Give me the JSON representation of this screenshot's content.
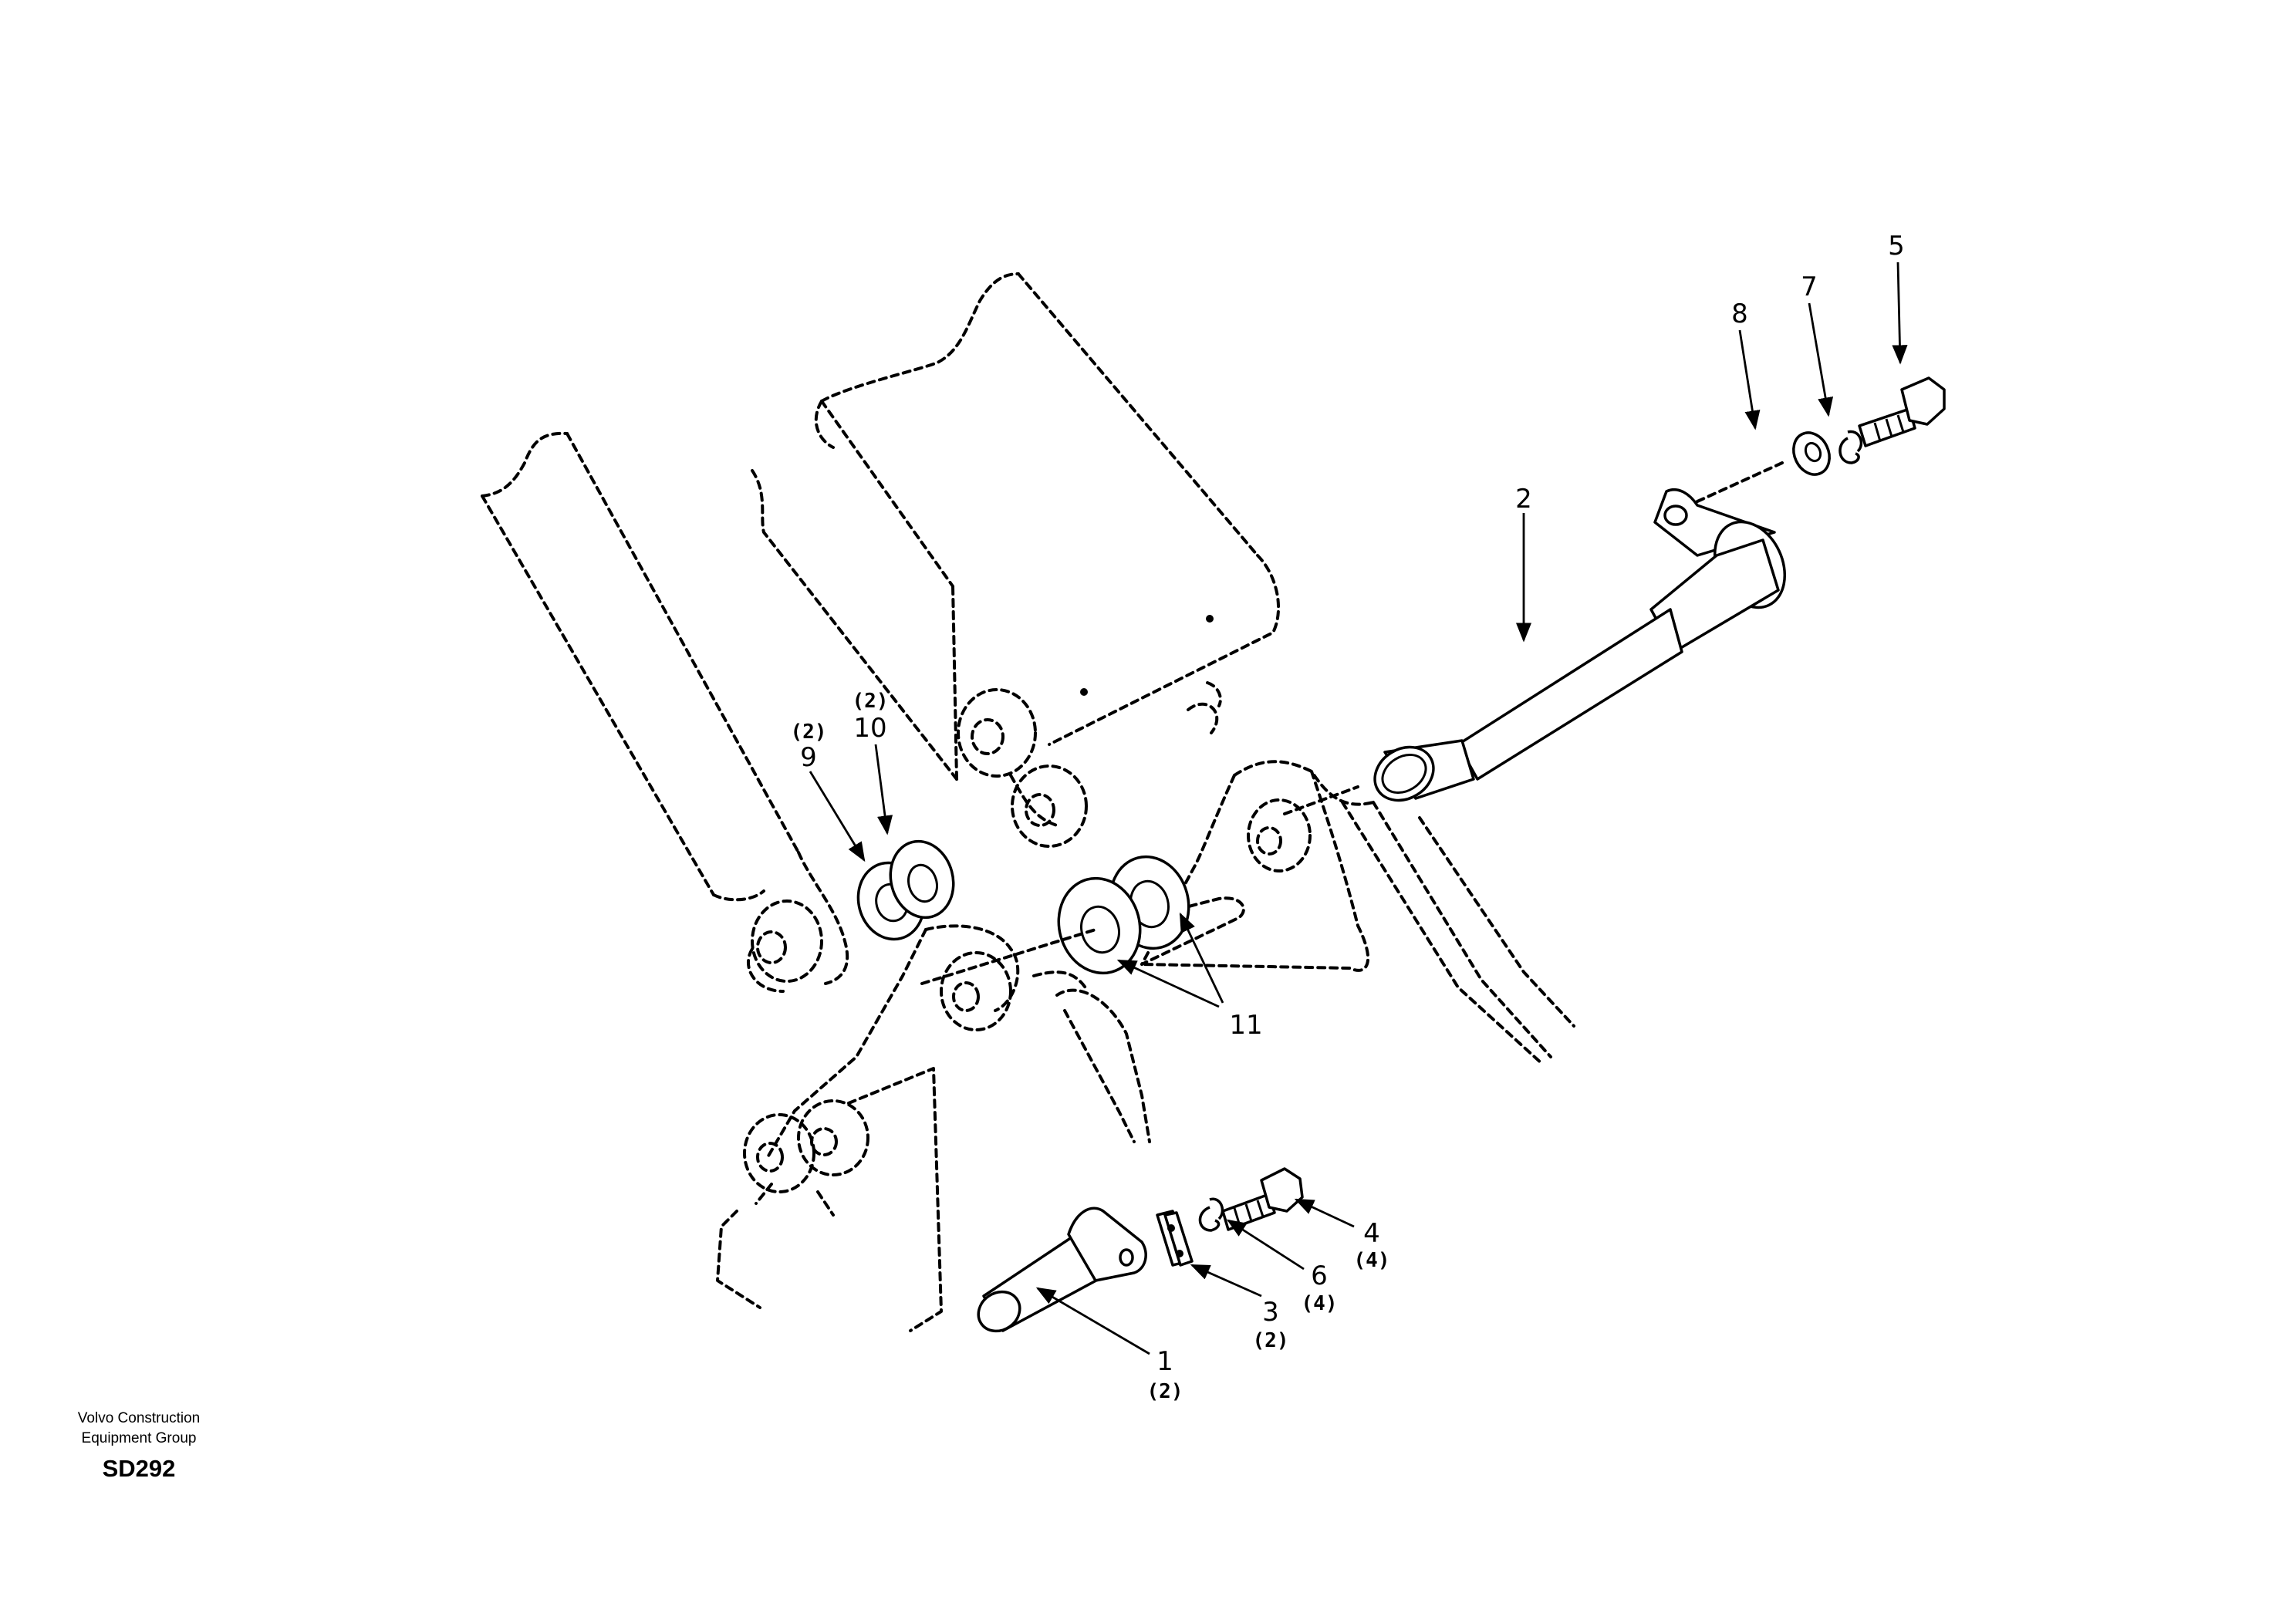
{
  "callouts": [
    {
      "id": "1",
      "number": "1",
      "qty": "(2)"
    },
    {
      "id": "2",
      "number": "2",
      "qty": ""
    },
    {
      "id": "3",
      "number": "3",
      "qty": "(2)"
    },
    {
      "id": "4",
      "number": "4",
      "qty": "(4)"
    },
    {
      "id": "5",
      "number": "5",
      "qty": ""
    },
    {
      "id": "6",
      "number": "6",
      "qty": "(4)"
    },
    {
      "id": "7",
      "number": "7",
      "qty": ""
    },
    {
      "id": "8",
      "number": "8",
      "qty": ""
    },
    {
      "id": "9",
      "number": "9",
      "qty": "(2)"
    },
    {
      "id": "10",
      "number": "10",
      "qty": "(2)"
    },
    {
      "id": "11",
      "number": "11",
      "qty": ""
    }
  ],
  "footer": {
    "company": "Volvo Construction\nEquipment Group",
    "drawing_code": "SD292"
  }
}
